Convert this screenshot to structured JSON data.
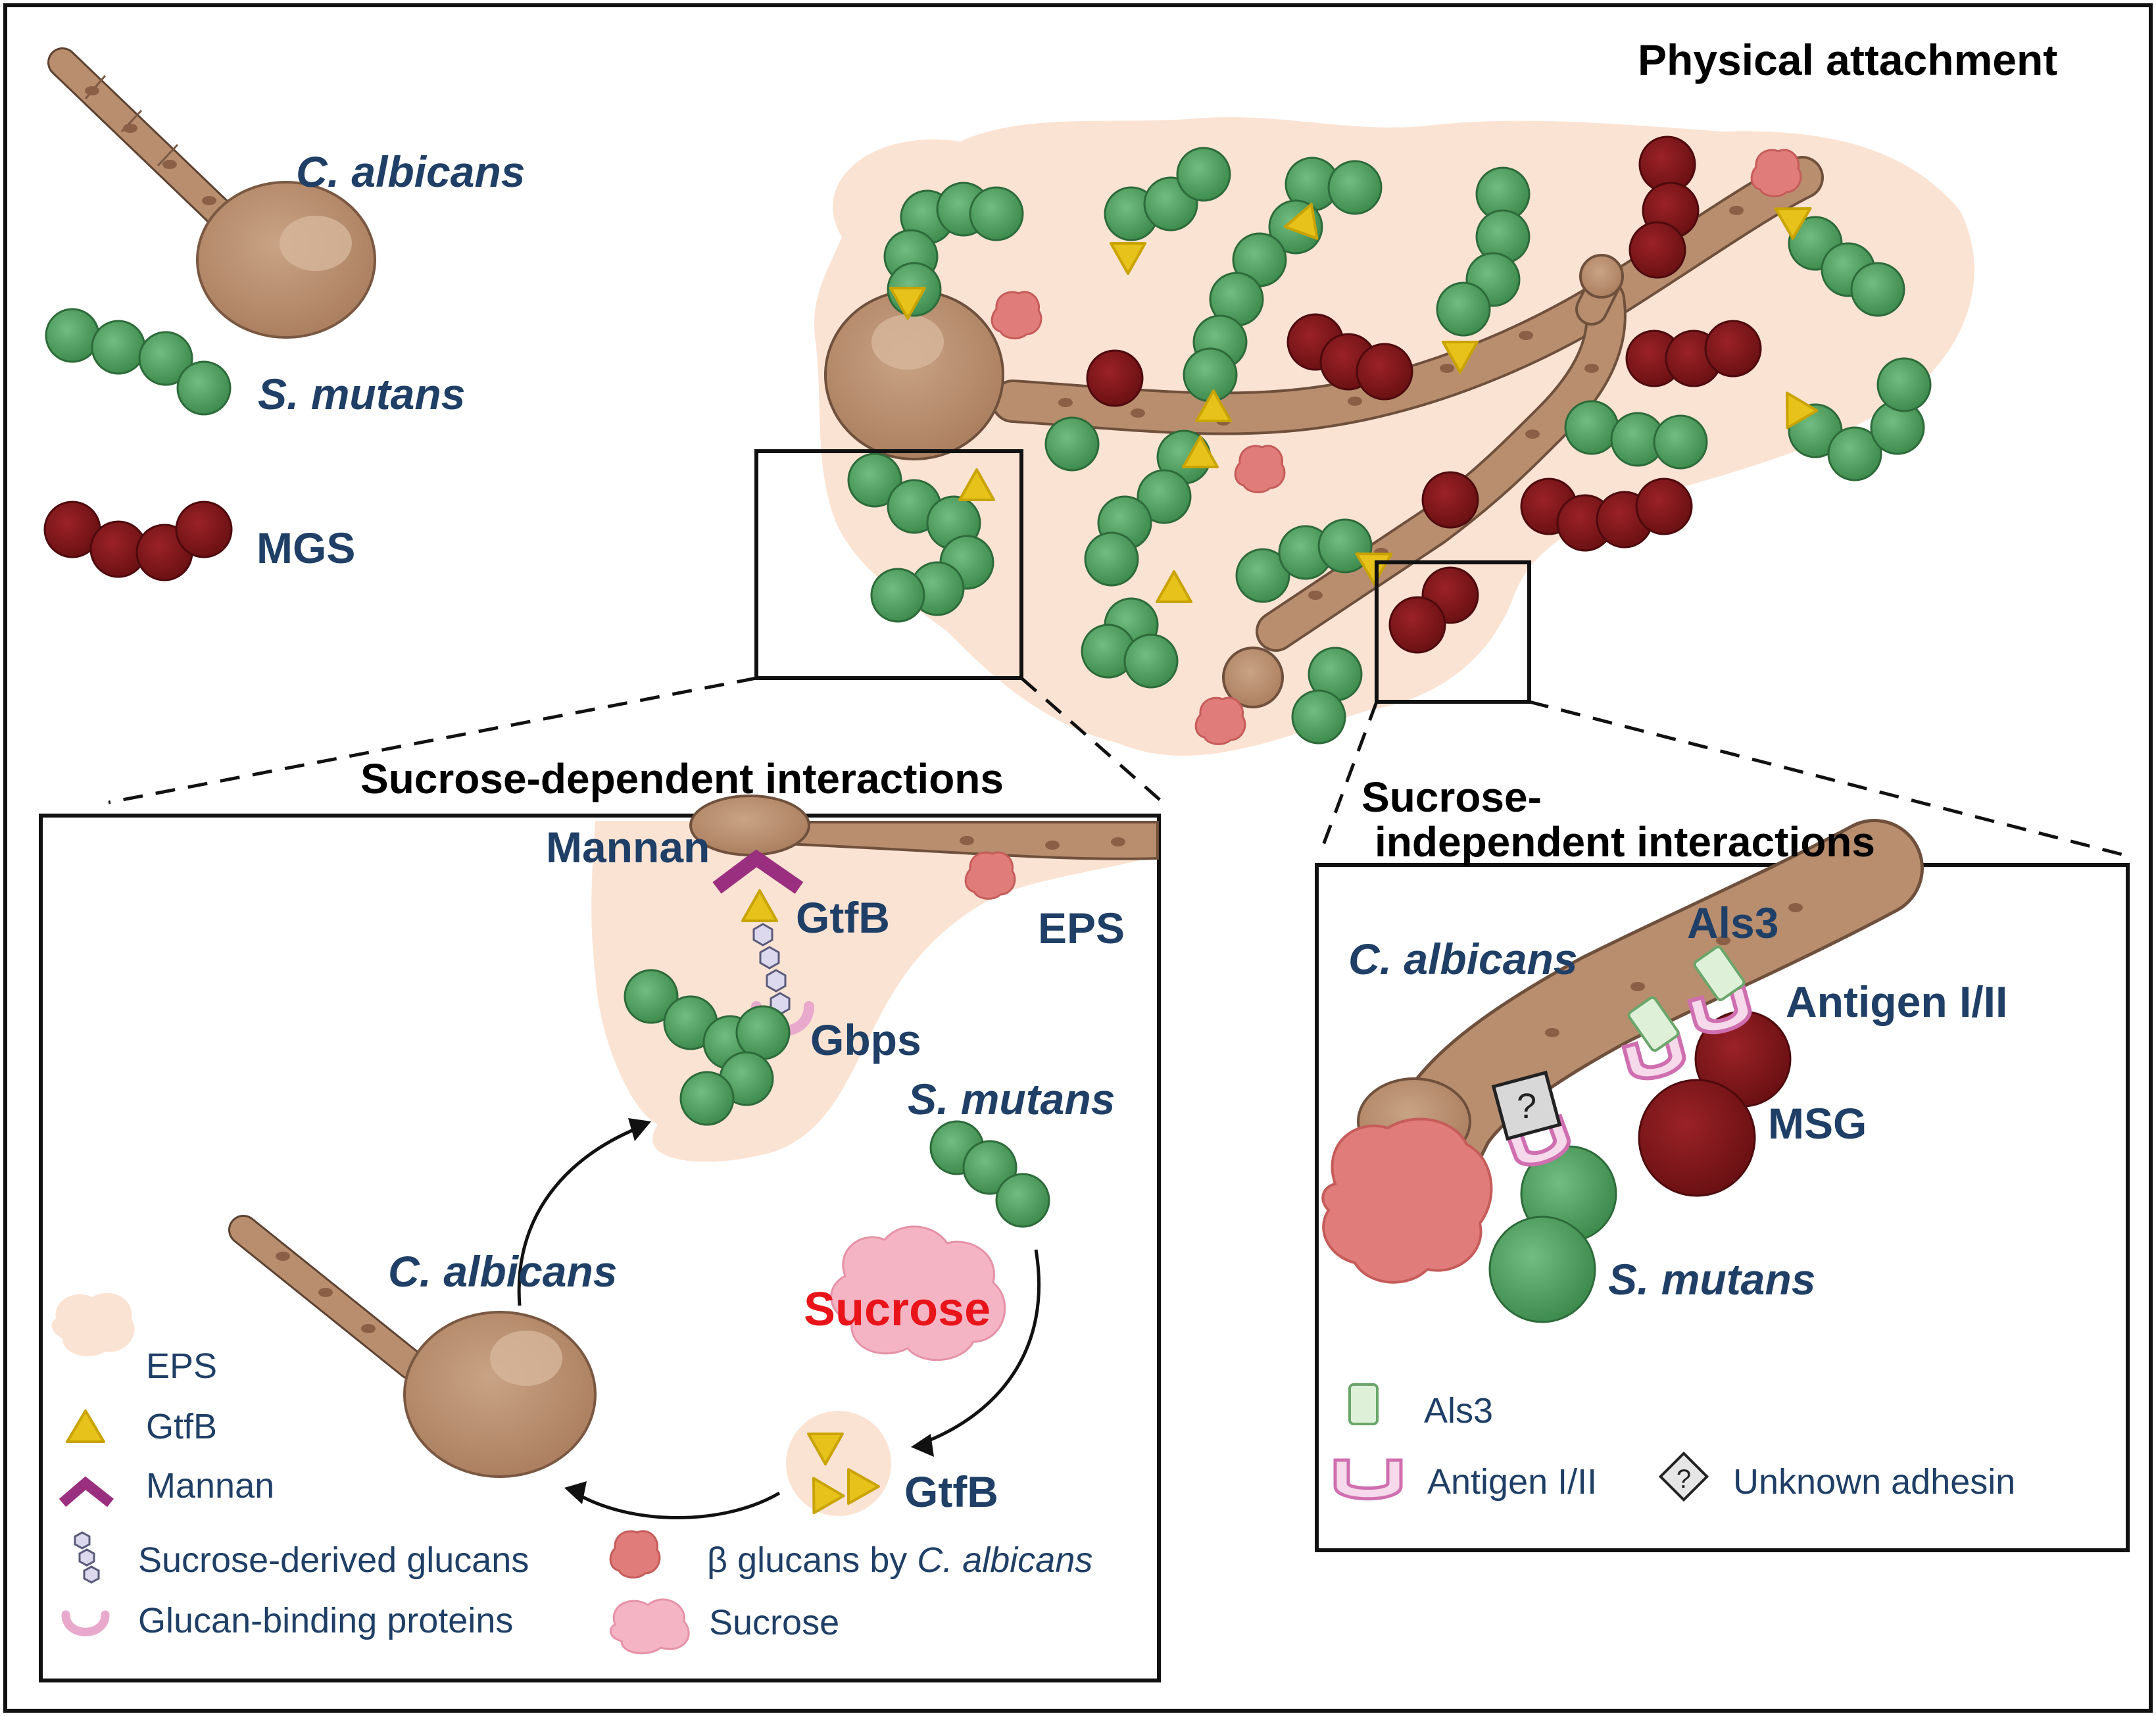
{
  "titles": {
    "physical": "Physical attachment",
    "sucrose_dependent": "Sucrose-dependent interactions",
    "sucrose_independent_line1": "Sucrose-",
    "sucrose_independent_line2": "independent interactions"
  },
  "key": {
    "c_albicans": "C. albicans",
    "s_mutans": "S. mutans",
    "mgs": "MGS"
  },
  "dependent_panel": {
    "mannan": "Mannan",
    "gtfb_top": "GtfB",
    "eps": "EPS",
    "gbps": "Gbps",
    "s_mutans": "S. mutans",
    "c_albicans": "C. albicans",
    "sucrose": "Sucrose",
    "gtfb_bottom": "GtfB",
    "legend": {
      "eps": "EPS",
      "gtfb": "GtfB",
      "mannan": "Mannan",
      "glucans": "Sucrose-derived glucans",
      "gbp": "Glucan-binding proteins",
      "beta_glucans_prefix": "β glucans by ",
      "beta_glucans_species": "C. albicans",
      "sucrose": "Sucrose"
    }
  },
  "independent_panel": {
    "c_albicans": "C. albicans",
    "als3": "Als3",
    "antigen": "Antigen I/II",
    "msg": "MSG",
    "s_mutans": "S. mutans",
    "legend": {
      "als3": "Als3",
      "antigen": "Antigen I/II",
      "unknown": "Unknown adhesin"
    }
  },
  "colors": {
    "s_mutans_green": "#4f9e5f",
    "mgs_red": "#7d1518",
    "candida_brown": "#b88e6e",
    "eps_peach": "#fbe3d4",
    "gtfb_yellow": "#e6c21a",
    "beta_glucan_pink": "#e07c79",
    "mannan_purple": "#9b2f7f",
    "label_blue": "#1f3f66",
    "sucrose_red": "#e8141a"
  }
}
